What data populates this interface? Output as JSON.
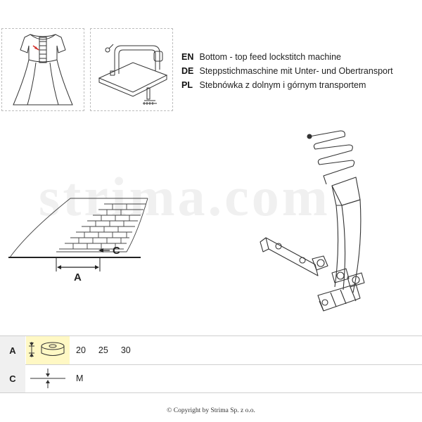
{
  "languages": [
    {
      "code": "EN",
      "text": "Bottom - top feed lockstitch machine"
    },
    {
      "code": "DE",
      "text": "Steppstichmaschine mit Unter- und Obertransport"
    },
    {
      "code": "PL",
      "text": "Stebnówka z dolnym i górnym transportem"
    }
  ],
  "watermark": "strima.com",
  "diagram": {
    "label_a": "A",
    "label_c": "C"
  },
  "table": {
    "rows": [
      {
        "label": "A",
        "values": [
          "20",
          "25",
          "30"
        ]
      },
      {
        "label": "C",
        "values": [
          "M"
        ]
      }
    ]
  },
  "colors": {
    "highlight": "#fff8c4",
    "label_bg": "#f0f0f0",
    "accent_red": "#d2322d"
  },
  "icons": [
    "dress-icon",
    "sewing-machine-icon",
    "binder-attachment-icon",
    "tape-width-icon",
    "needle-position-icon"
  ],
  "copyright": "© Copyright by Strima Sp. z o.o."
}
